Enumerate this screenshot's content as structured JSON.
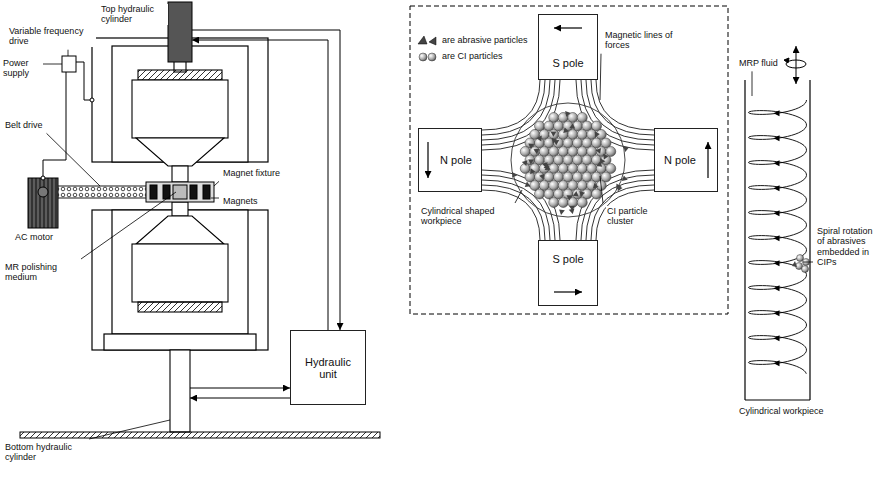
{
  "diagram": {
    "nodes": [
      {
        "text": [
          "Hydraulic unit"
        ]
      },
      {
        "text": [
          "S pole"
        ]
      },
      {
        "text": [
          "N pole"
        ]
      },
      {
        "text": [
          "N pole"
        ]
      },
      {
        "text": [
          "S pole"
        ]
      }
    ],
    "labels": [
      "Top hydraulic cylinder",
      "Variable frequency drive",
      "Power supply",
      "Belt drive",
      "Magnet fixture",
      "Magnets",
      "AC motor",
      "MR polishing medium",
      "Bottom hydraulic cylinder",
      "Magnetic lines of forces",
      "Cylindrical shaped workpiece",
      "CI particle cluster",
      "MRP fluid",
      "Spiral rotation of abrasives embedded in CIPs",
      "Cylindrical workpiece"
    ],
    "legend": [
      {
        "text": "are abrasive particles"
      },
      {
        "text": "are CI particles"
      }
    ]
  }
}
